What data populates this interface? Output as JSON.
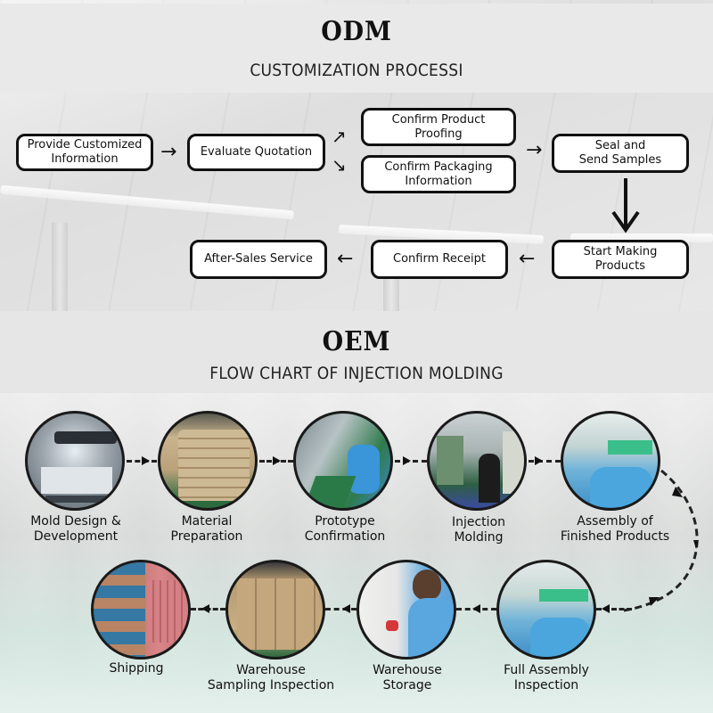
{
  "odm": {
    "title": "ODM",
    "subtitle": "CUSTOMIZATION PROCESSI",
    "steps": {
      "provide_info": "Provide Customized\nInformation",
      "evaluate_quotation": "Evaluate Quotation",
      "confirm_proofing": "Confirm Product\nProofing",
      "confirm_packaging": "Confirm Packaging\nInformation",
      "seal_samples": "Seal and\nSend Samples",
      "start_making": "Start Making\nProducts",
      "confirm_receipt": "Confirm Receipt",
      "after_sales": "After-Sales Service"
    },
    "arrows": {
      "right": "→",
      "left": "←",
      "down": "↓",
      "up_right": "↗",
      "down_right": "↘"
    }
  },
  "oem": {
    "title": "OEM",
    "subtitle": "FLOW CHART OF INJECTION MOLDING",
    "steps": [
      {
        "label": "Mold Design &\nDevelopment",
        "image": "mold-machine-photo"
      },
      {
        "label": "Material\nPreparation",
        "image": "material-bags-photo"
      },
      {
        "label": "Prototype\nConfirmation",
        "image": "prototype-line-photo"
      },
      {
        "label": "Injection\nMolding",
        "image": "injection-machine-photo"
      },
      {
        "label": "Assembly of\nFinished Products",
        "image": "assembly-workers-photo"
      },
      {
        "label": "Full Assembly\nInspection",
        "image": "inspection-workers-photo"
      },
      {
        "label": "Warehouse\nStorage",
        "image": "warehouse-worker-photo"
      },
      {
        "label": "Warehouse\nSampling Inspection",
        "image": "boxes-pallets-photo"
      },
      {
        "label": "Shipping",
        "image": "shipping-containers-photo"
      }
    ]
  }
}
